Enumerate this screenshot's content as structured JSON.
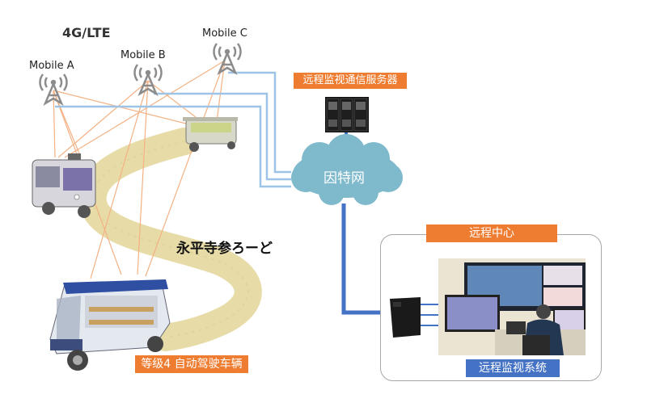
{
  "network": {
    "title": "4G/LTE",
    "towers": [
      {
        "label": "Mobile A"
      },
      {
        "label": "Mobile B"
      },
      {
        "label": "Mobile C"
      }
    ]
  },
  "server": {
    "label": "远程监视通信服务器",
    "icon": "server-rack-icon"
  },
  "internet": {
    "label": "因特网",
    "icon": "cloud-icon"
  },
  "road": {
    "label": "永平寺参ろーど"
  },
  "vehicle": {
    "label": "等级4 自动驾驶车辆",
    "count": 3
  },
  "remote_center": {
    "label": "远程中心",
    "system_label": "远程监视系统",
    "icon": "pc-tower-icon"
  },
  "colors": {
    "orange_tag": "#ee7d31",
    "blue_tag": "#4472c4",
    "wireless_link": "#f4b183",
    "wired_link_light": "#9dc3e6",
    "wired_link_dark": "#4472c4",
    "cloud": "#7fb9cc",
    "road": "#e3d79a"
  }
}
